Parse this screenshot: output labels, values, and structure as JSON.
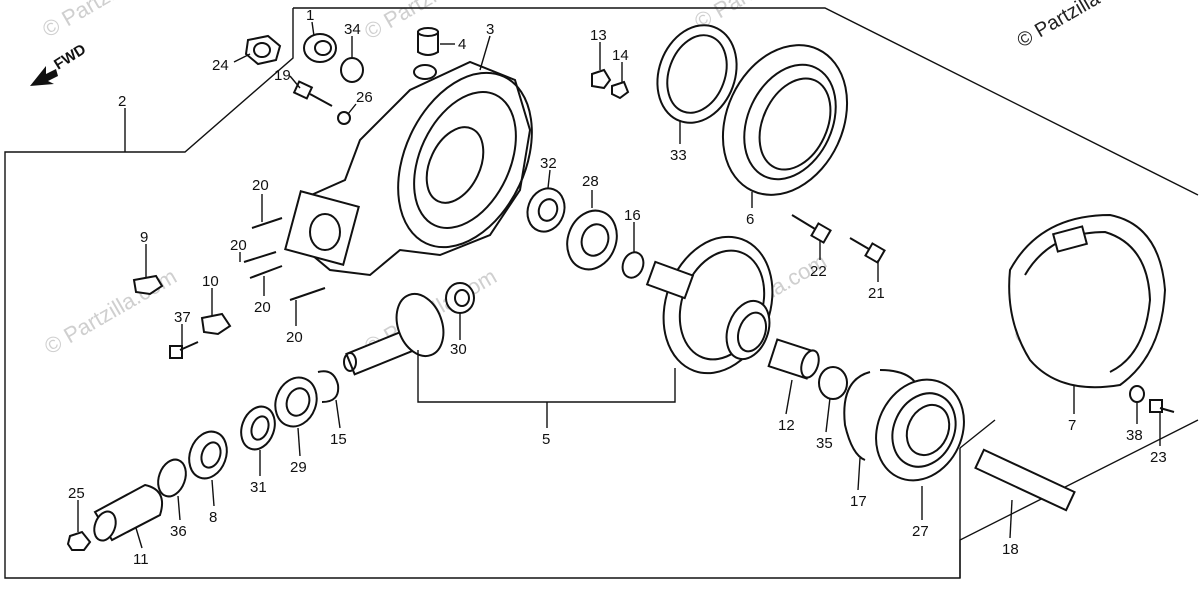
{
  "watermarks": {
    "corner": "© Partzilla",
    "faint": "© Partzilla.com"
  },
  "fwd_label": "FWD",
  "callouts": {
    "c1": "1",
    "c2": "2",
    "c3": "3",
    "c4": "4",
    "c5": "5",
    "c6": "6",
    "c7": "7",
    "c8": "8",
    "c9": "9",
    "c10": "10",
    "c11": "11",
    "c12": "12",
    "c13": "13",
    "c14": "14",
    "c15": "15",
    "c16": "16",
    "c17": "17",
    "c18": "18",
    "c19": "19",
    "c20": "20",
    "c21": "21",
    "c22": "22",
    "c23": "23",
    "c24": "24",
    "c25": "25",
    "c26": "26",
    "c27": "27",
    "c28": "28",
    "c29": "29",
    "c30": "30",
    "c31": "31",
    "c32": "32",
    "c33": "33",
    "c34": "34",
    "c35": "35",
    "c36": "36",
    "c37": "37",
    "c38": "38"
  }
}
